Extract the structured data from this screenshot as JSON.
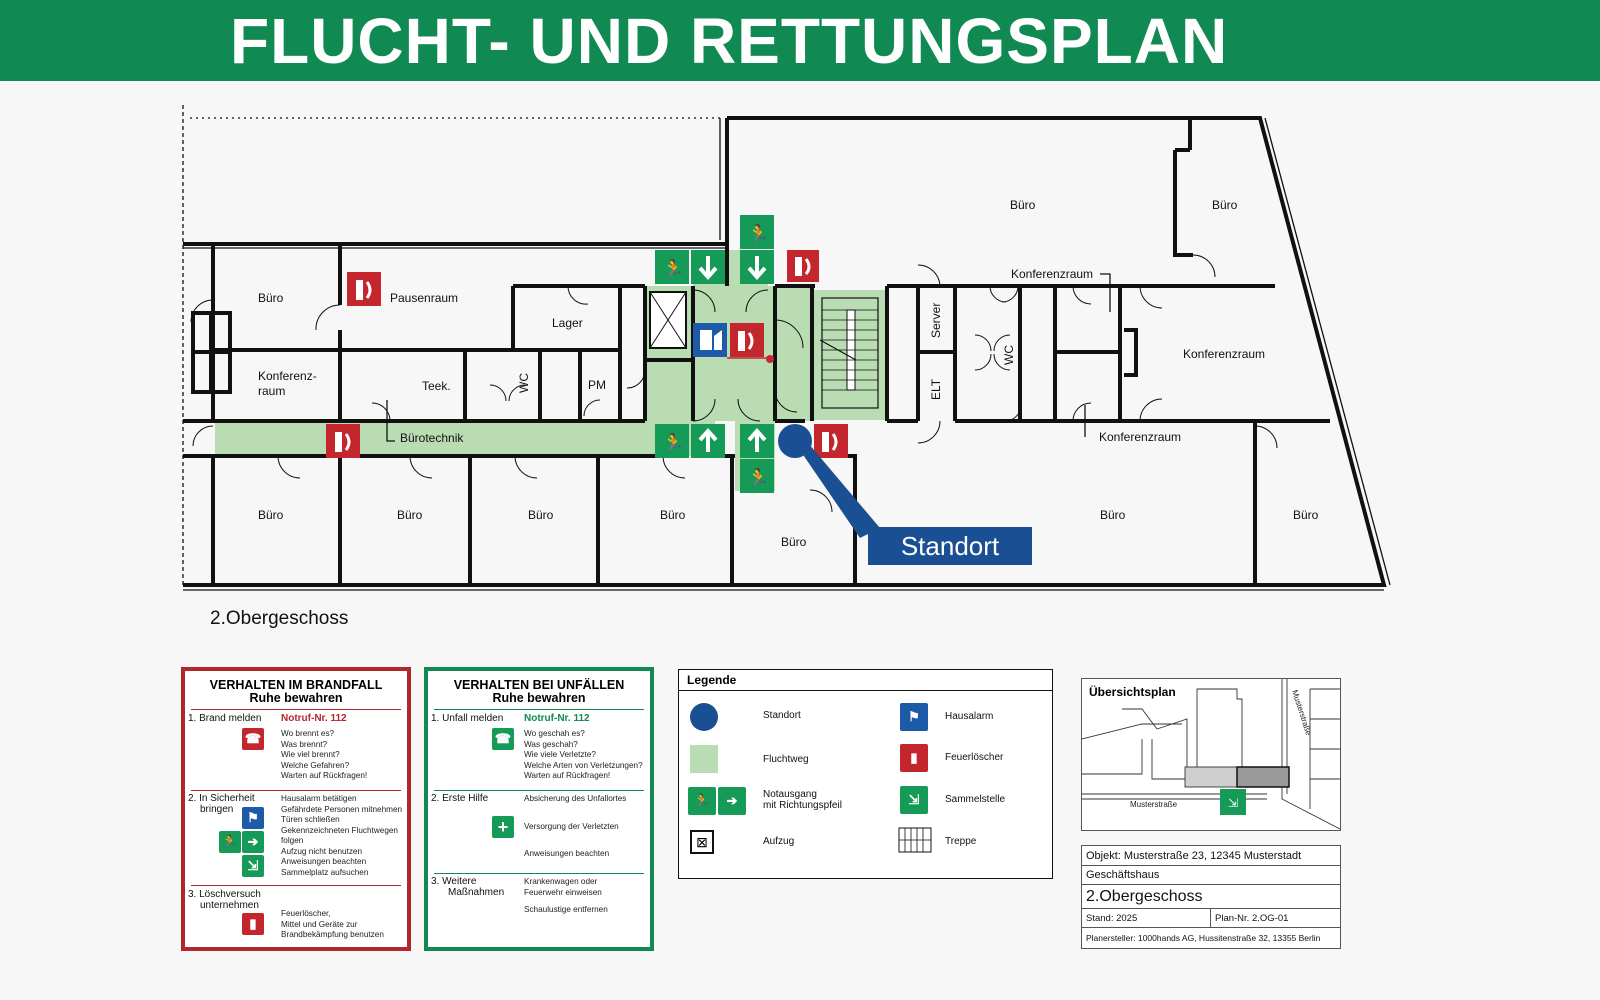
{
  "banner": {
    "title": "FLUCHT- UND RETTUNGSPLAN"
  },
  "colors": {
    "green": "#108a52",
    "fire_red": "#b0282e",
    "escape_route": "#b9dcb3",
    "location_blue": "#1b4f93"
  },
  "plan": {
    "rooms": {
      "buero_a": "Büro",
      "pausenraum": "Pausenraum",
      "lager": "Lager",
      "konferenzraum_small": "Konferenz-",
      "konferenzraum_small2": "raum",
      "teek": "Teek.",
      "wc_left": "WC",
      "pm": "PM",
      "buerotechnik": "Bürotechnik",
      "server": "Server",
      "elt": "ELT",
      "wc_right": "WC",
      "buero_top_1": "Büro",
      "buero_top_2": "Büro",
      "konferenzraum_1": "Konferenzraum",
      "konferenzraum_2": "Konferenzraum",
      "konferenzraum_3": "Konferenzraum",
      "buero_b1": "Büro",
      "buero_b2": "Büro",
      "buero_b3": "Büro",
      "buero_b4": "Büro",
      "buero_b5": "Büro",
      "buero_b6": "Büro",
      "buero_b7": "Büro"
    },
    "standort_label": "Standort",
    "floor_label": "2.Obergeschoss"
  },
  "brandfall": {
    "title": "VERHALTEN IM BRANDFALL",
    "subtitle": "Ruhe bewahren",
    "step1": {
      "label": "1. Brand melden",
      "notruf": "Notruf-Nr. 112",
      "lines": [
        "Wo brennt es?",
        "Was brennt?",
        "Wie viel brennt?",
        "Welche Gefahren?",
        "Warten auf Rückfragen!"
      ]
    },
    "step2": {
      "label1": "2. In Sicherheit",
      "label2": "bringen",
      "lines": [
        "Hausalarm betätigen",
        "Gefährdete Personen mitnehmen",
        "Türen schließen",
        "Gekennzeichneten Fluchtwegen",
        "folgen",
        "Aufzug nicht benutzen",
        "Anweisungen beachten",
        "Sammelplatz aufsuchen"
      ]
    },
    "step3": {
      "label1": "3. Löschversuch",
      "label2": "unternehmen",
      "lines": [
        "Feuerlöscher,",
        "Mittel und Geräte zur",
        "Brandbekämpfung benutzen"
      ]
    }
  },
  "unfall": {
    "title": "VERHALTEN BEI UNFÄLLEN",
    "subtitle": "Ruhe bewahren",
    "step1": {
      "label": "1. Unfall melden",
      "notruf": "Notruf-Nr. 112",
      "lines": [
        "Wo geschah es?",
        "Was geschah?",
        "Wie viele Verletzte?",
        "Welche Arten von Verletzungen?",
        "Warten auf Rückfragen!"
      ]
    },
    "step2": {
      "label": "2. Erste Hilfe",
      "line1": "Absicherung des Unfallortes",
      "line2": "Versorgung der Verletzten",
      "line3": "Anweisungen beachten"
    },
    "step3": {
      "label1": "3. Weitere",
      "label2": "Maßnahmen",
      "line1": "Krankenwagen oder",
      "line2": "Feuerwehr einweisen",
      "line3": "Schaulustige entfernen"
    }
  },
  "legend": {
    "title": "Legende",
    "standort": "Standort",
    "fluchtweg": "Fluchtweg",
    "notausgang1": "Notausgang",
    "notausgang2": "mit Richtungspfeil",
    "aufzug": "Aufzug",
    "hausalarm": "Hausalarm",
    "feuerloescher": "Feuerlöscher",
    "sammelstelle": "Sammelstelle",
    "treppe": "Treppe"
  },
  "overview": {
    "title": "Übersichtsplan",
    "street_bottom": "Musterstraße",
    "street_right": "Musterstraße"
  },
  "info": {
    "objekt": "Objekt: Musterstraße 23, 12345 Musterstadt",
    "typ": "Geschäftshaus",
    "geschoss": "2.Obergeschoss",
    "stand": "Stand: 2025",
    "plannr": "Plan-Nr. 2.OG-01",
    "planersteller": "Planersteller: 1000hands AG, Hussitenstraße 32, 13355 Berlin"
  }
}
